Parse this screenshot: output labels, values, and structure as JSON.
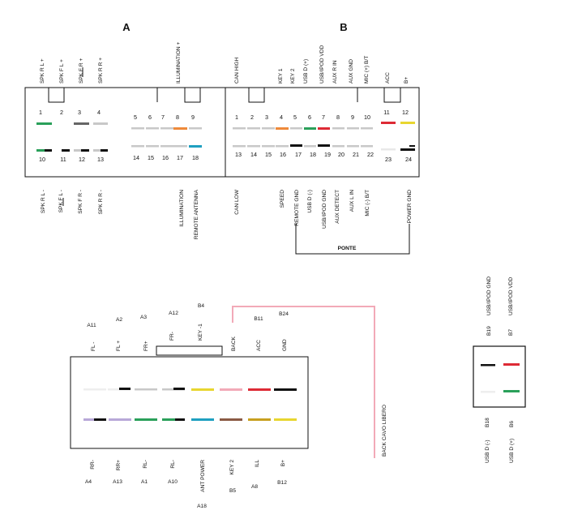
{
  "connector_a": {
    "title": "A",
    "top_labels": [
      "SPK R L +",
      "SPK F L +",
      "SPK F R +",
      "SPK R R +",
      "ILLUMINATION +"
    ],
    "bottom_labels": [
      "SPK R L -",
      "SPK F L -",
      "SPK F R -",
      "SPK R R -",
      "ILLUMINATION",
      "REMOTE ANTENNA"
    ],
    "pin_numbers_top": [
      "1",
      "2",
      "3",
      "4",
      "5",
      "6",
      "7",
      "8",
      "9"
    ],
    "pin_numbers_bottom": [
      "10",
      "11",
      "12",
      "13",
      "14",
      "15",
      "16",
      "17",
      "18"
    ]
  },
  "connector_b": {
    "title": "B",
    "top_labels": [
      "CAN HIGH",
      "KEY 1",
      "KEY 2",
      "USB D (+)",
      "USB/IPOD VDD",
      "AUX R IN",
      "AUX GND",
      "MIC (+) B/T",
      "ACC",
      "B+"
    ],
    "bottom_labels": [
      "CAN LOW",
      "SPEED",
      "REMOTE GND",
      "USB D (-)",
      "USB/IPOD GND",
      "AUX DETECT",
      "AUX L IN",
      "MIC (-) B/T",
      "POWER GND"
    ],
    "pin_numbers_top": [
      "1",
      "2",
      "3",
      "4",
      "5",
      "6",
      "7",
      "8",
      "9",
      "10",
      "11",
      "12"
    ],
    "pin_numbers_bottom": [
      "13",
      "14",
      "15",
      "16",
      "17",
      "18",
      "19",
      "20",
      "21",
      "22",
      "23",
      "24"
    ],
    "bridge_label": "PONTE"
  },
  "harness": {
    "codes_above": [
      "A11",
      "A2",
      "A3",
      "A12",
      "B4",
      "B11",
      "B24"
    ],
    "top_labels": [
      "FL -",
      "FL +",
      "FR+",
      "FR-",
      "KEY -1",
      "BACK",
      "ACC",
      "GND"
    ],
    "bottom_labels": [
      "RR-",
      "RR+",
      "RL-",
      "RL-",
      "ANT POWER",
      "KEY 2",
      "ILL",
      "B+"
    ],
    "codes_below": [
      "A4",
      "A13",
      "A1",
      "A10",
      "A18",
      "B5",
      "A8",
      "B12"
    ],
    "back_wire_label": "BACK CAVO LIBERO"
  },
  "usb_block": {
    "top_labels": [
      "USB/IPOD GND",
      "USB/IPOD VDD"
    ],
    "top_codes": [
      "B19",
      "B7"
    ],
    "bottom_codes": [
      "B18",
      "B6"
    ],
    "bottom_labels": [
      "USB D (-)",
      "USB D (+)"
    ]
  },
  "colors": {
    "green": "#2aa05a",
    "orange": "#ee8a3a",
    "red": "#dd2a35",
    "yellow": "#e8d630",
    "grey": "#c8c8c8",
    "black": "#111111",
    "teal": "#1fa0c0",
    "pink": "#f2aab8",
    "brown": "#8a5a44",
    "lilac": "#b8a8d8",
    "gold": "#c8a020"
  }
}
